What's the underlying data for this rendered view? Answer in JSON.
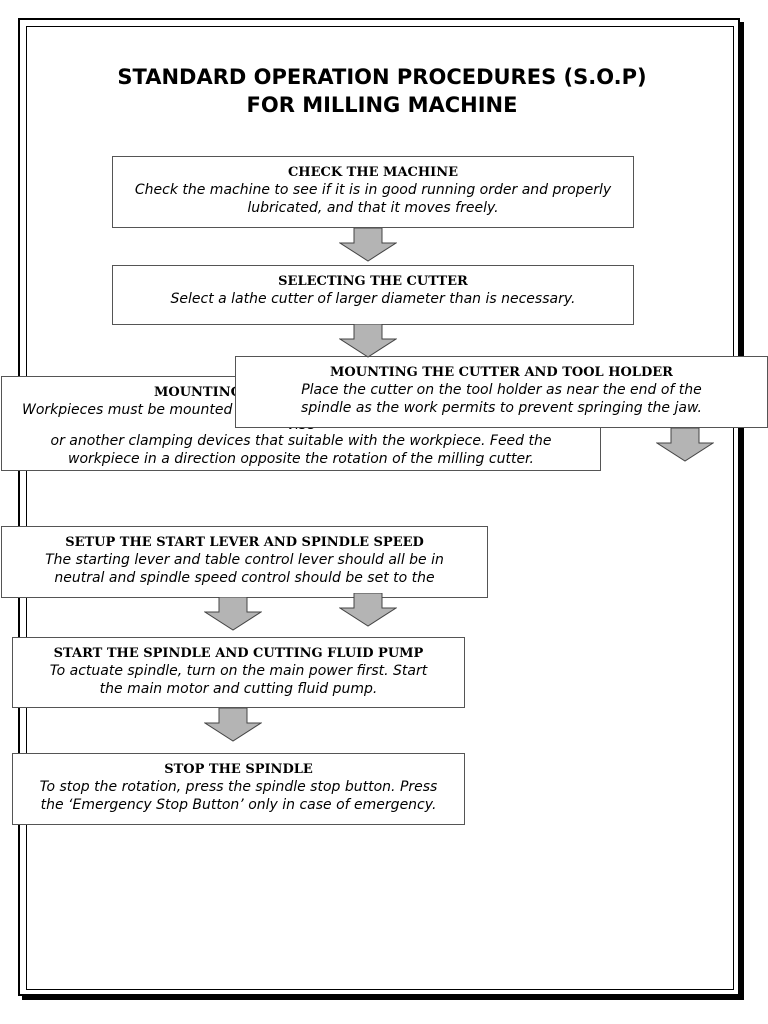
{
  "title": {
    "line1": "STANDARD OPERATION PROCEDURES (S.O.P)",
    "line2": "FOR MILLING MACHINE"
  },
  "steps": {
    "check": {
      "heading": "CHECK THE MACHINE",
      "lines": [
        "Check the machine to see if it is in good running order and properly",
        "lubricated, and that it moves freely."
      ]
    },
    "select": {
      "heading": "SELECTING THE CUTTER",
      "lines": [
        "Select a lathe cutter of larger diameter than is necessary."
      ]
    },
    "work": {
      "heading": "MOUNTING",
      "lines": [
        "Workpieces must be mounted",
        "vise",
        "or another clamping devices that suitable with the workpiece. Feed the",
        "workpiece in a direction opposite the rotation of the milling cutter."
      ]
    },
    "tool": {
      "heading": "MOUNTING THE CUTTER AND TOOL HOLDER",
      "lines": [
        "Place the cutter on the tool holder as near the end of the",
        "spindle as the work permits to prevent springing the jaw."
      ]
    },
    "setup": {
      "heading": "SETUP THE START LEVER AND SPINDLE SPEED",
      "lines": [
        "The starting lever and table control lever should all be in",
        "neutral and spindle speed control should be set to the"
      ]
    },
    "start": {
      "heading": "START THE SPINDLE AND CUTTING FLUID PUMP",
      "lines": [
        "To actuate spindle, turn on the main power first. Start",
        "the main motor and cutting fluid pump."
      ]
    },
    "stop": {
      "heading": "STOP THE SPINDLE",
      "lines": [
        "To stop the rotation, press the spindle stop button. Press",
        "the ‘Emergency Stop Button’ only in case of emergency."
      ]
    }
  },
  "colors": {
    "arrow_fill": "#b4b4b4",
    "arrow_stroke": "#444444",
    "box_border": "#555555"
  },
  "icons": {
    "arrow": "down-arrow-icon"
  }
}
